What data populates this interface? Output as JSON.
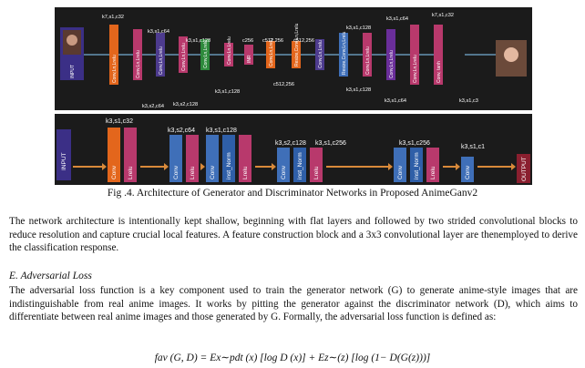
{
  "generator": {
    "input_label": "INPUT",
    "annotations": [
      "k7,s1,c32",
      "k3,s2,c64",
      "k3,s1,c64",
      "k3,s2,c128",
      "k3,s1,c128",
      "k3,s1,c128",
      "c256",
      "c512,256",
      "c512,256",
      "c512,256",
      "k3,s1,c128",
      "k3,s1,c128",
      "k3,s1,c64",
      "k3,s1,c64",
      "k7,s1,c32",
      "k3,s1,c3"
    ],
    "blocks": [
      {
        "label": "Conv,Ln,Lrelu",
        "color": "#e3661c"
      },
      {
        "label": "Conv,Ln,Lrelu",
        "color": "#b8396c"
      },
      {
        "label": "Conv,Ln,Lrelu",
        "color": "#4d3b8e"
      },
      {
        "label": "Conv,Ln,Lrelu",
        "color": "#b8396c"
      },
      {
        "label": "Conv,Ln,Lrelu",
        "color": "#2e8a3c"
      },
      {
        "label": "Conv,Ln,Lrelu",
        "color": "#b8396c"
      },
      {
        "label": "INR",
        "color": "#b8396c"
      },
      {
        "label": "Conv,Ln,Lrelu",
        "color": "#e3661c"
      },
      {
        "label": "Resize,Conv,Ln,Lrelu",
        "color": "#e3661c"
      },
      {
        "label": "Conv,Ln,Lrelu",
        "color": "#4d3b8e"
      },
      {
        "label": "Resize,Conv,Ln,Lrelu",
        "color": "#3f6fb8"
      },
      {
        "label": "Conv,Ln,Lrelu",
        "color": "#b8396c"
      },
      {
        "label": "Conv,Ln,Lrelu",
        "color": "#6a2e9a"
      },
      {
        "label": "Conv,Ln,Lrelu",
        "color": "#b8396c"
      },
      {
        "label": "Conv, tanh",
        "color": "#b8396c"
      }
    ]
  },
  "discriminator": {
    "input_label": "INPUT",
    "output_label": "OUTPUT",
    "annotations": [
      "k3,s1,c32",
      "k3,s2,c64",
      "k3,s1,c128",
      "k3,s2,c128",
      "k3,s1,c256",
      "k3,s1,c256",
      "k3,s1,c1"
    ],
    "blocks": [
      "Conv",
      "Lrelu",
      "Conv",
      "Lrelu",
      "Conv",
      "inst_Norm",
      "Lrelu",
      "Conv",
      "inst_Norm",
      "Lrelu",
      "Conv",
      "inst_Norm",
      "Lrelu",
      "Conv"
    ]
  },
  "caption": "Fig .4. Architecture of Generator and Discriminator Networks in Proposed AnimeGanv2",
  "paragraph1": "The network architecture is intentionally kept shallow, beginning with flat layers and followed by two strided convolutional blocks to reduce resolution and capture crucial local features. A feature construction block and a 3x3 convolutional layer are thenemployed to derive the classification response.",
  "section_heading": "E.    Adversarial Loss",
  "paragraph2": "The adversarial loss function is a key component used to train the generator network (G) to generate anime-style images that are indistinguishable from real anime images. It works by pitting the generator against the discriminator network (D), which aims to differentiate between real anime images and those generated by G. Formally, the adversarial loss function is defined as:",
  "equation": "fav (G, D) = Ex∼pdt (x) [log D (x)] + Ez∼(z) [log (1− D(G(z)))]"
}
